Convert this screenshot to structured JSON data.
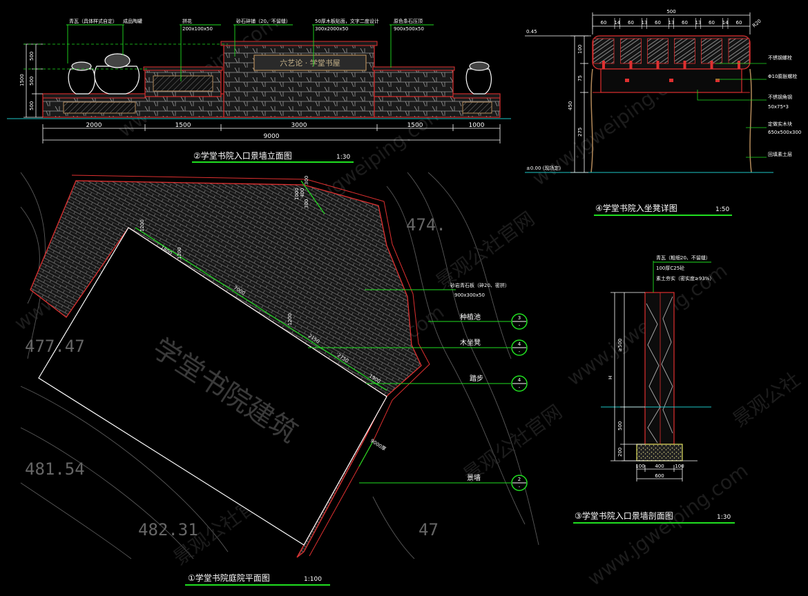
{
  "panels": {
    "elevation": {
      "title": "②学堂书院入口景墙立面图",
      "scale": "1:30",
      "bottom_dims": [
        "2000",
        "1500",
        "3000",
        "1500",
        "1000"
      ],
      "total_dim": "9000",
      "left_dims": [
        "1500",
        "500",
        "500",
        "500"
      ],
      "callouts": [
        "青瓦（具体样式自定）",
        "成品陶罐",
        "拼花",
        "200x100x50",
        "砂石碎铺（20、不留缝）",
        "50厚木板贴面，文字二度设计",
        "300x2000x50",
        "原色条石压顶",
        "900x500x50"
      ],
      "sign_text": "六艺论 · 学堂书屋"
    },
    "bench": {
      "title": "④学堂书院入坐凳详图",
      "scale": "1:50",
      "top_dim": "500",
      "slats": [
        "60",
        "14",
        "60",
        "13",
        "60",
        "13",
        "60",
        "13",
        "60",
        "14",
        "60"
      ],
      "corner_dim": "R20",
      "left_elev": "0.45",
      "base_elev": "±0.00 (现场定)",
      "v_dims": [
        "100",
        "75",
        "450",
        "275"
      ],
      "notes": [
        "不锈钢螺栓",
        "Φ10膨胀螺栓",
        "不锈钢角钢",
        "50x75*3",
        "定做实木块",
        "650x500x300",
        "回填素土层"
      ]
    },
    "plan": {
      "title": "①学堂书院庭院平面图",
      "scale": "1:100",
      "building": "学堂书院建筑",
      "elevations": [
        "477.47",
        "481.54",
        "482.31",
        "474.",
        "47"
      ],
      "dims": [
        "1200",
        "1800",
        "1200",
        "7000",
        "1200",
        "2150",
        "2750",
        "1900",
        "300",
        "400",
        "1000",
        "300",
        "9000厚"
      ],
      "paving_note": [
        "砂岩青石板（碎20、密拼）",
        "900x300x50"
      ],
      "legend": [
        {
          "text": "种植池",
          "top": "3",
          "bot": "-"
        },
        {
          "text": "木坐凳",
          "top": "4",
          "bot": "-"
        },
        {
          "text": "踏步",
          "top": "4",
          "bot": "-"
        },
        {
          "text": "景墙",
          "top": "2",
          "bot": "-"
        }
      ]
    },
    "section": {
      "title": "③学堂书院入口景墙剖面图",
      "scale": "1:30",
      "notes": [
        "青瓦（粗细20、不留缝）",
        "100厚C25砼",
        "素土夯实（密实度≥93%）"
      ],
      "v_dims": [
        "H",
        "≥500",
        "500",
        "200"
      ],
      "bottom_dims": [
        "100",
        "400",
        "100"
      ],
      "bottom_total": "600"
    }
  },
  "watermark": {
    "site": "www.jgweiping.com",
    "cn": "景观公社官网",
    "cn2": "景观公社"
  },
  "colors": {
    "background": "#000000",
    "red": "#e03030",
    "green": "#20e020",
    "white": "#ffffff",
    "gray": "#9a9a9a",
    "brown": "#b48a5a",
    "cyan": "#1ec8c8"
  }
}
